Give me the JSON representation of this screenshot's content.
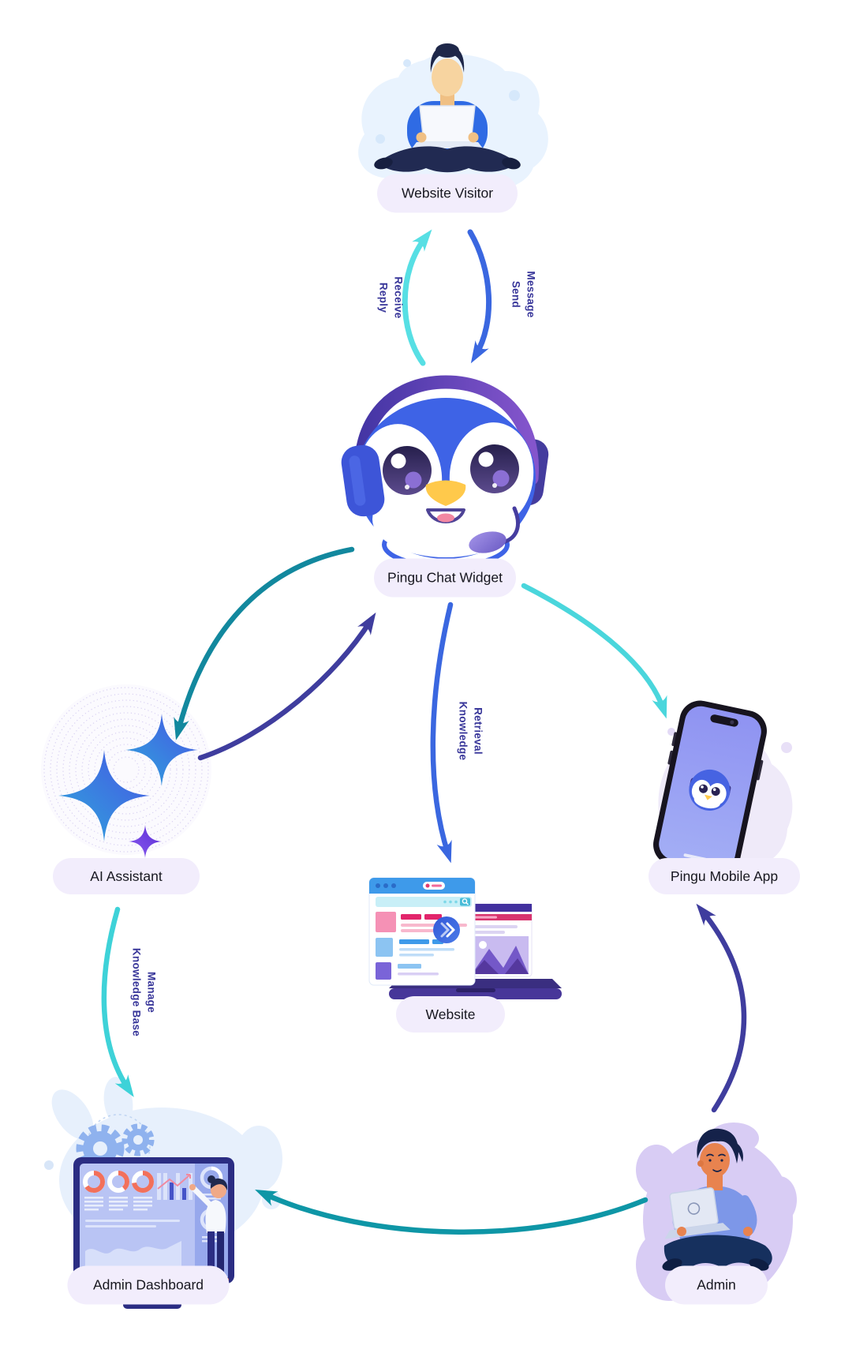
{
  "diagram": {
    "nodes": [
      {
        "id": "website-visitor",
        "label": "Website Visitor",
        "illustration": "person-sitting-with-laptop"
      },
      {
        "id": "pingu-chat-widget",
        "label": "Pingu Chat Widget",
        "illustration": "penguin-mascot-with-headset"
      },
      {
        "id": "ai-assistant",
        "label": "AI Assistant",
        "illustration": "sparkle-stars-on-dotted-circle"
      },
      {
        "id": "pingu-mobile-app",
        "label": "Pingu Mobile App",
        "illustration": "smartphone-with-penguin-mascot"
      },
      {
        "id": "website",
        "label": "Website",
        "illustration": "browser-windows-on-laptop"
      },
      {
        "id": "admin-dashboard",
        "label": "Admin Dashboard",
        "illustration": "monitor-with-charts-and-person"
      },
      {
        "id": "admin",
        "label": "Admin",
        "illustration": "person-sitting-with-laptop"
      }
    ],
    "edges": [
      {
        "from": "website-visitor",
        "to": "pingu-chat-widget",
        "label": "Send Message",
        "color": "#3A67E0"
      },
      {
        "from": "pingu-chat-widget",
        "to": "website-visitor",
        "label": "Receive Reply",
        "color": "#57DFE4"
      },
      {
        "from": "pingu-chat-widget",
        "to": "ai-assistant",
        "label": "",
        "color": "#12889E"
      },
      {
        "from": "ai-assistant",
        "to": "pingu-chat-widget",
        "label": "",
        "color": "#3F3D9E"
      },
      {
        "from": "pingu-chat-widget",
        "to": "website",
        "label": "Knowledge Retrieval",
        "color": "#3A67E0"
      },
      {
        "from": "pingu-chat-widget",
        "to": "pingu-mobile-app",
        "label": "",
        "color": "#4AD6DC"
      },
      {
        "from": "ai-assistant",
        "to": "admin-dashboard",
        "label": "Manage Knowledge Base",
        "color": "#3ED2D8"
      },
      {
        "from": "admin",
        "to": "pingu-mobile-app",
        "label": "",
        "color": "#3F3D9E"
      },
      {
        "from": "admin",
        "to": "admin-dashboard",
        "label": "",
        "color": "#0E96A6"
      }
    ],
    "edge_labels": {
      "receive_reply": {
        "line1": "Receive",
        "line2": "Reply"
      },
      "send_message": {
        "line1": "Send",
        "line2": "Message"
      },
      "knowledge_retrieval": {
        "line1": "Knowledge",
        "line2": "Retrieval"
      },
      "manage_knowledge_base": {
        "line1": "Manage",
        "line2": "Knowledge Base"
      }
    }
  },
  "colors": {
    "background": "#FFFFFF",
    "node_pill_bg": "#F2EDFC",
    "node_pill_text": "#17171F",
    "edge_label_text": "#39379A",
    "arrow_light_teal": "#57DFE4",
    "arrow_blue": "#3A67E0",
    "arrow_dark_teal": "#12889E",
    "arrow_indigo": "#3F3D9E",
    "arrow_mid_teal": "#3ED2D8",
    "mascot_blue": "#3E63E6",
    "mascot_beak_yellow": "#FFC94B",
    "blob_light_blue": "#E9F3FE",
    "blob_lavender": "#D8CCF4",
    "accent_pink": "#E2256B",
    "accent_orange": "#F2705B"
  }
}
